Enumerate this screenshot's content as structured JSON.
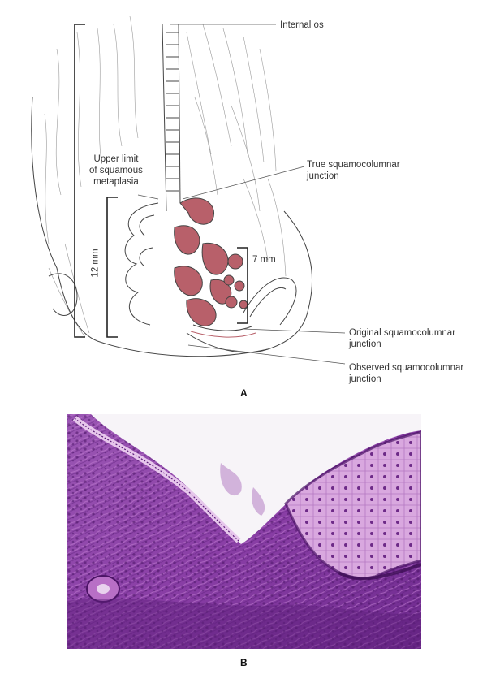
{
  "panel_a": {
    "letter": "A",
    "labels": {
      "internal_os": "Internal os",
      "upper_limit_line1": "Upper limit",
      "upper_limit_line2": "of squamous",
      "upper_limit_line3": "metaplasia",
      "true_sq_line1": "True squamocolumnar",
      "true_sq_line2": "junction",
      "original_sq_line1": "Original squamocolumnar",
      "original_sq_line2": "junction",
      "observed_sq_line1": "Observed squamocolumnar",
      "observed_sq_line2": "junction",
      "twelve_mm": "12 mm",
      "seven_mm": "7 mm"
    }
  },
  "panel_b": {
    "letter": "B"
  },
  "colors": {
    "gland_fill": "#b8606a",
    "stroma_purple": "#9b4fb0",
    "deep_purple": "#5e1f7a",
    "line": "#444444"
  }
}
